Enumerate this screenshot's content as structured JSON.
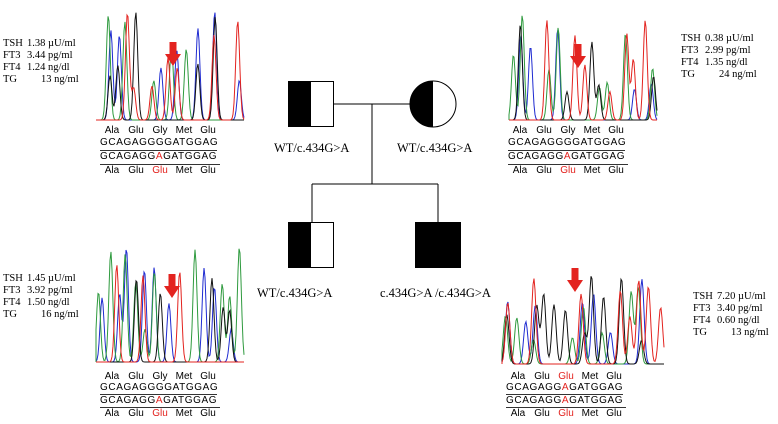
{
  "panels": [
    {
      "id": "top-left",
      "labs": [
        {
          "key": "TSH",
          "value": "1.38 µU/ml"
        },
        {
          "key": "FT3",
          "value": "3.44 pg/ml"
        },
        {
          "key": "FT4",
          "value": "1.24 ng/dl"
        },
        {
          "key": "TG",
          "value": "13 ng/ml"
        }
      ],
      "aa_top": [
        "Ala",
        "Glu",
        "Gly",
        "Met",
        "Glu"
      ],
      "seq1": "GCAGAGGGGATGGAG",
      "seq2_pre": "GCAGAGG",
      "seq2_mut": "A",
      "seq2_post": "GATGGAG",
      "aa_bottom": [
        "Ala",
        "Glu",
        "Glu",
        "Met",
        "Glu"
      ]
    },
    {
      "id": "top-right",
      "labs": [
        {
          "key": "TSH",
          "value": "0.38 µU/ml"
        },
        {
          "key": "FT3",
          "value": "2.99 pg/ml"
        },
        {
          "key": "FT4",
          "value": "1.35 ng/dl"
        },
        {
          "key": "TG",
          "value": "24 ng/ml"
        }
      ],
      "aa_top": [
        "Ala",
        "Glu",
        "Gly",
        "Met",
        "Glu"
      ],
      "seq1": "GCAGAGGGGATGGAG",
      "seq2_pre": "GCAGAGG",
      "seq2_mut": "A",
      "seq2_post": "GATGGAG",
      "aa_bottom": [
        "Ala",
        "Glu",
        "Glu",
        "Met",
        "Glu"
      ]
    },
    {
      "id": "bottom-left",
      "labs": [
        {
          "key": "TSH",
          "value": "1.45 µU/ml"
        },
        {
          "key": "FT3",
          "value": "3.92 pg/ml"
        },
        {
          "key": "FT4",
          "value": "1.50 ng/dl"
        },
        {
          "key": "TG",
          "value": "16 ng/ml"
        }
      ],
      "aa_top": [
        "Ala",
        "Glu",
        "Gly",
        "Met",
        "Glu"
      ],
      "seq1": "GCAGAGGGGATGGAG",
      "seq2_pre": "GCAGAGG",
      "seq2_mut": "A",
      "seq2_post": "GATGGAG",
      "aa_bottom": [
        "Ala",
        "Glu",
        "Glu",
        "Met",
        "Glu"
      ]
    },
    {
      "id": "bottom-right",
      "labs": [
        {
          "key": "TSH",
          "value": "7.20 µU/ml"
        },
        {
          "key": "FT3",
          "value": "3.40 pg/ml"
        },
        {
          "key": "FT4",
          "value": "0.60 ng/dl"
        },
        {
          "key": "TG",
          "value": "13 ng/ml"
        }
      ],
      "aa_top": [
        "Ala",
        "Glu",
        "Glu",
        "Met",
        "Glu"
      ],
      "seq1_pre": "GCAGAGG",
      "seq1_mut": "A",
      "seq1_post": "GATGGAG",
      "seq2_pre": "GCAGAGG",
      "seq2_mut": "A",
      "seq2_post": "GATGGAG",
      "aa_bottom": [
        "Ala",
        "Glu",
        "Glu",
        "Met",
        "Glu"
      ]
    }
  ],
  "pedigree": {
    "father_genotype": "WT/c.434G>A",
    "mother_genotype": "WT/c.434G>A",
    "child1_genotype": "WT/c.434G>A",
    "child2_genotype": "c.434G>A /c.434G>A"
  },
  "colors": {
    "A": "#2e9a3e",
    "C": "#1f2bd1",
    "G": "#111111",
    "T": "#e3231f",
    "arrow": "#e3231f"
  }
}
